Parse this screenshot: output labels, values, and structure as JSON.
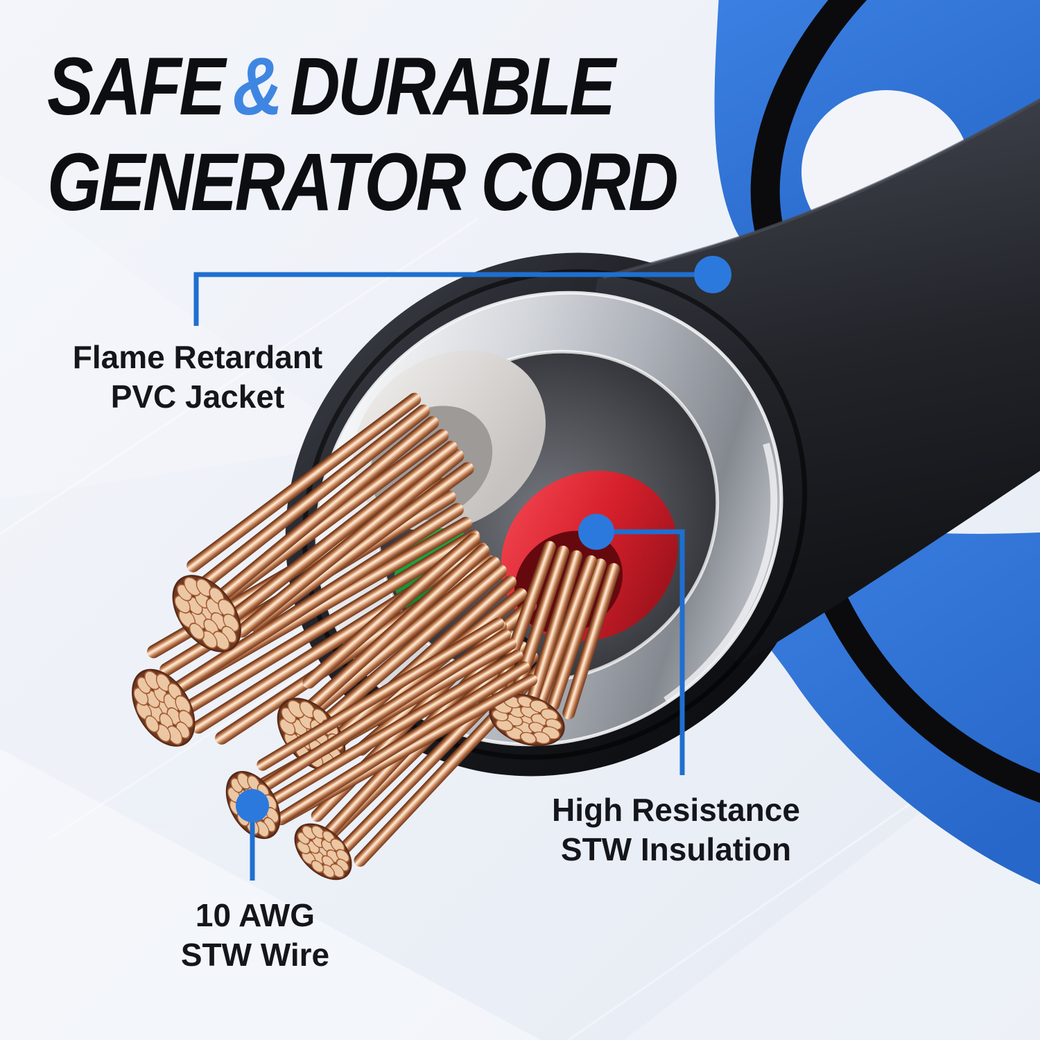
{
  "title": {
    "word1": "SAFE",
    "amp": "&",
    "word2": "DURABLE",
    "line2": "GENERATOR CORD"
  },
  "callouts": [
    {
      "id": "pvc-jacket",
      "line1": "Flame Retardant",
      "line2": "PVC Jacket"
    },
    {
      "id": "stw-insulation",
      "line1": "High Resistance",
      "line2": "STW Insulation"
    },
    {
      "id": "stw-wire",
      "line1": "10 AWG",
      "line2": "STW Wire"
    }
  ],
  "colors": {
    "accent-blue": "#2d74da",
    "callout-line": "#1f6fd0",
    "callout-dot": "#2b79dd",
    "amp-blue": "#3f86e2",
    "title-color": "#0d0e12",
    "label-color": "#14161b",
    "cable-black": "#0b0b0e",
    "copper": "#c98b5f",
    "insulation-red": "#d6202c",
    "wire-green": "#169a38",
    "shield-silver": "#c7cad0",
    "jacket-black": "#17181d",
    "background": "#eef1f7"
  }
}
